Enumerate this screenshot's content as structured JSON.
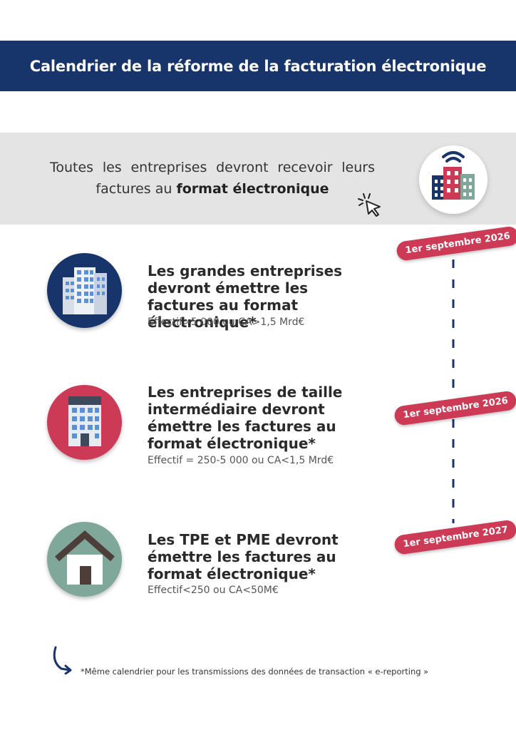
{
  "header": {
    "title": "Calendrier de la réforme de la facturation électronique"
  },
  "intro": {
    "text_before": "Toutes les entreprises devront recevoir leurs factures au ",
    "text_bold": "format électronique",
    "icon": "city-buildings-wifi-icon"
  },
  "categories": [
    {
      "icon": "office-towers-icon",
      "title": "Les grandes entreprises devront émettre les factures au format électronique*",
      "subtitle": "Effectif>5 000 ou CA>1,5 Mrd€",
      "date": "1er septembre 2026",
      "circle_color": "#17346b"
    },
    {
      "icon": "mid-building-icon",
      "title": "Les entreprises de taille intermédiaire devront émettre les factures au format électronique*",
      "subtitle": "Effectif = 250-5 000 ou CA<1,5 Mrd€",
      "date": "1er septembre 2026",
      "circle_color": "#cc3a55"
    },
    {
      "icon": "house-icon",
      "title": "Les TPE et PME devront émettre les factures au format électronique*",
      "subtitle": "Effectif<250 ou CA<50M€",
      "date": "1er septembre 2027",
      "circle_color": "#7fa89a"
    }
  ],
  "footnote": {
    "text": "*Même calendrier pour les transmissions des données de transaction « e-reporting »"
  },
  "colors": {
    "navy": "#17346b",
    "red": "#cc3a55",
    "sage": "#7fa89a",
    "band": "#e4e4e4"
  }
}
